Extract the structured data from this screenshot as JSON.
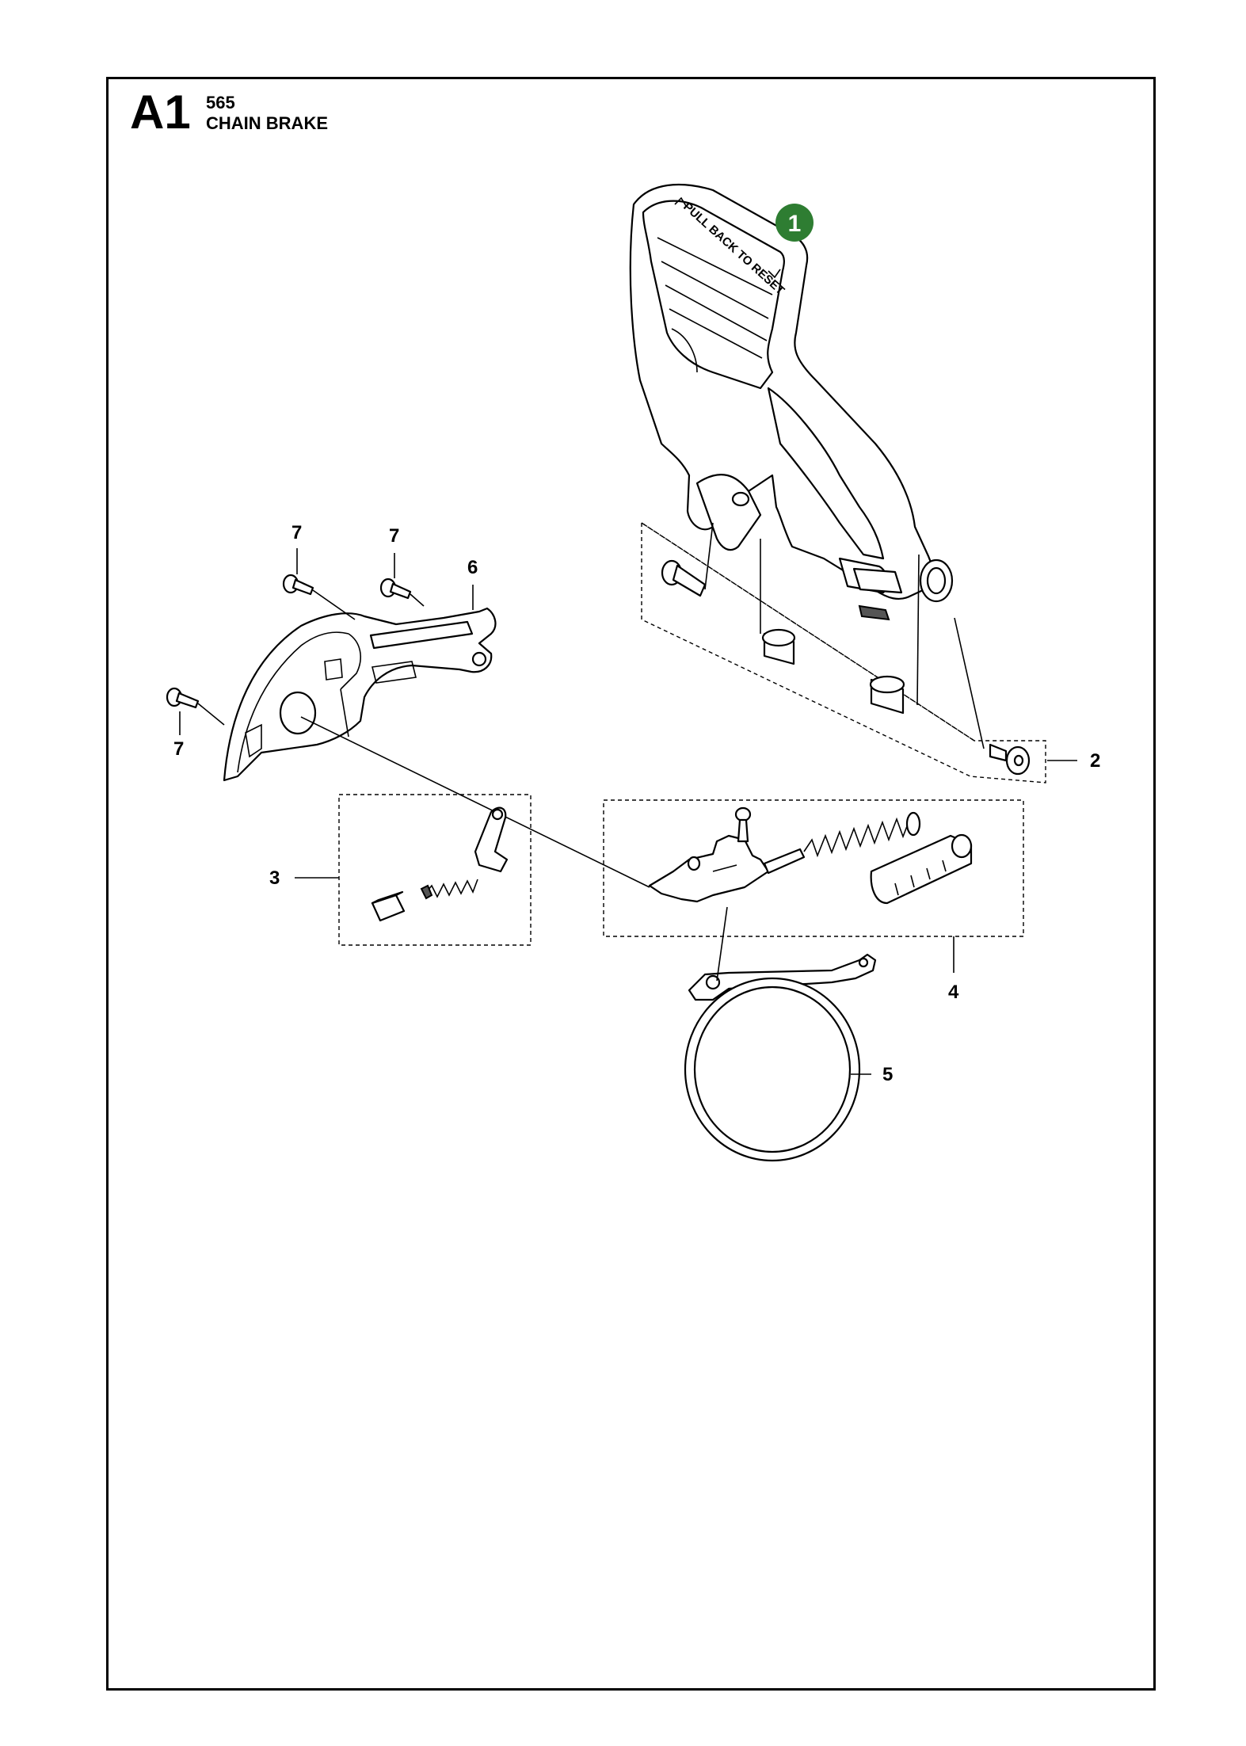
{
  "page": {
    "section": "A1",
    "model": "565",
    "title": "CHAIN BRAKE"
  },
  "badge": {
    "number": "1",
    "color": "#2e7d32"
  },
  "guard_text": "PULL BACK TO RESET",
  "callouts": [
    {
      "id": "7a",
      "label": "7"
    },
    {
      "id": "7b",
      "label": "7"
    },
    {
      "id": "6",
      "label": "6"
    },
    {
      "id": "7c",
      "label": "7"
    },
    {
      "id": "2",
      "label": "2"
    },
    {
      "id": "3",
      "label": "3"
    },
    {
      "id": "4",
      "label": "4"
    },
    {
      "id": "5",
      "label": "5"
    }
  ]
}
